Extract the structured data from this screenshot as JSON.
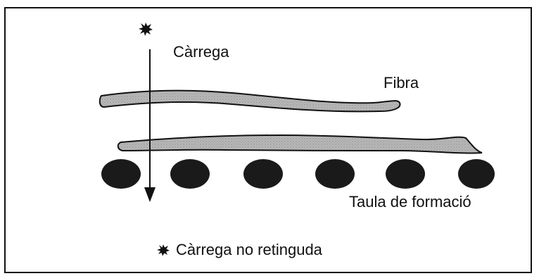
{
  "labels": {
    "charge": "Càrrega",
    "fiber": "Fibra",
    "forming_table": "Taula de formació",
    "legend_unretained_charge": "Càrrega no retinguda"
  },
  "colors": {
    "line": "#111111",
    "fiber_fill": "#b5b5b5",
    "roll_fill": "#1a1a1a",
    "charge_particle": "#111111"
  },
  "icons": {
    "charge_particle": "starburst-icon",
    "arrow": "down-arrow-icon"
  },
  "forming_table_rolls_count": 6
}
